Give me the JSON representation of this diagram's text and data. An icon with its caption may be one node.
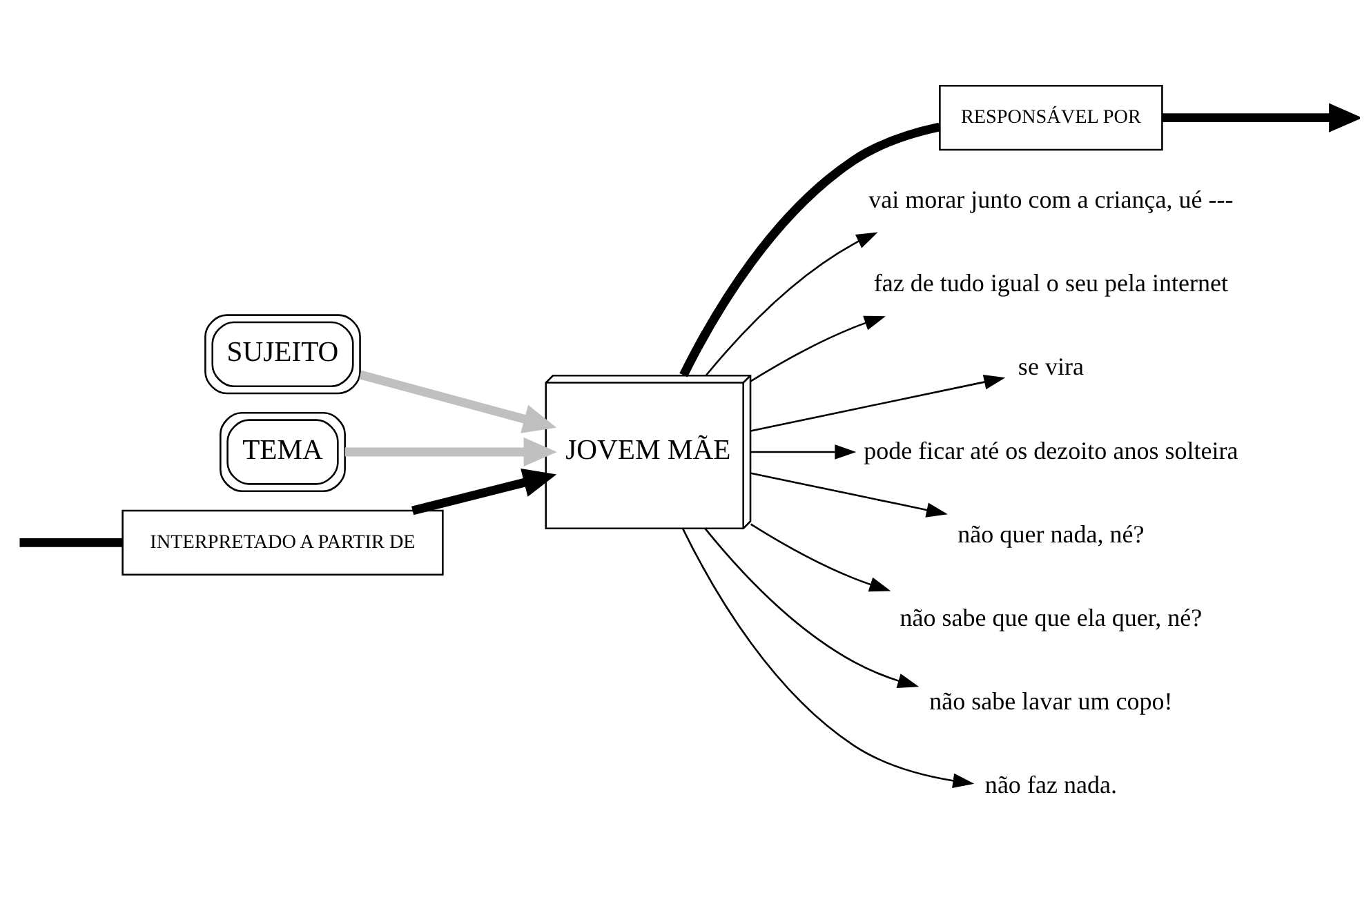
{
  "diagram": {
    "nodes": [
      {
        "text": [
          "SUJEITO"
        ]
      },
      {
        "text": [
          "RESPONSÁVEL POR"
        ]
      },
      {
        "text": [
          "JOVEM MÃE"
        ]
      },
      {
        "text": [
          "TEMA"
        ]
      },
      {
        "text": [
          "INTERPRETADO A PARTIR DE"
        ]
      },
      {
        "text": [
          "vai morar junto com a criança, ué ---"
        ]
      },
      {
        "text": [
          "faz de tudo igual o seu pela internet"
        ]
      },
      {
        "text": [
          "se vira"
        ]
      },
      {
        "text": [
          "pode ficar até os dezoito anos solteira"
        ]
      },
      {
        "text": [
          "não quer nada, né?"
        ]
      },
      {
        "text": [
          "não sabe que que ela quer, né?"
        ]
      },
      {
        "text": [
          "não sabe lavar um copo!"
        ]
      },
      {
        "text": [
          "não faz nada."
        ]
      }
    ],
    "edges": [
      {
        "from": 0,
        "to": 2,
        "arrow": "to",
        "style": "thick",
        "color": "#c0c0c0"
      },
      {
        "from": 3,
        "to": 2,
        "arrow": "to",
        "style": "thick",
        "color": "#c0c0c0"
      },
      {
        "from": 2,
        "to": 1,
        "arrow": "none",
        "style": "thick"
      },
      {
        "from": 1,
        "to": null,
        "arrow": "to",
        "style": "thick"
      },
      {
        "from": null,
        "to": 4,
        "arrow": "none",
        "style": "thick"
      },
      {
        "from": 4,
        "to": 2,
        "arrow": "to",
        "style": "thick"
      },
      {
        "from": 2,
        "to": 5,
        "arrow": "to"
      },
      {
        "from": 2,
        "to": 6,
        "arrow": "to"
      },
      {
        "from": 2,
        "to": 7,
        "arrow": "to"
      },
      {
        "from": 2,
        "to": 8,
        "arrow": "to"
      },
      {
        "from": 2,
        "to": 9,
        "arrow": "to"
      },
      {
        "from": 2,
        "to": 10,
        "arrow": "to"
      },
      {
        "from": 2,
        "to": 11,
        "arrow": "to"
      },
      {
        "from": 2,
        "to": 12,
        "arrow": "to"
      }
    ]
  }
}
